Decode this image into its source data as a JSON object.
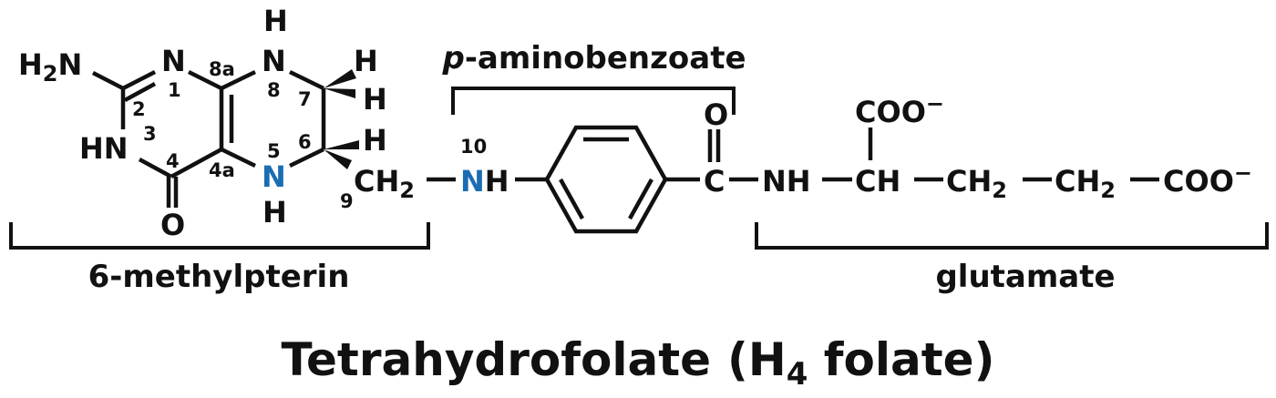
{
  "title": {
    "main": "Tetrahydrofolate",
    "paren_open": "(H",
    "sub": "4",
    "paren_rest": " folate)"
  },
  "labels": {
    "pterin": "6-methylpterin",
    "paba_italic": "p",
    "paba_rest": "-aminobenzoate",
    "glutamate": "glutamate"
  },
  "atoms": {
    "h2n_h": "H",
    "h2n_2": "2",
    "h2n_n": "N",
    "n1": "N",
    "n8": "N",
    "h8": "H",
    "h7a": "H",
    "h7b": "H",
    "hn3": "HN",
    "n5": "N",
    "h5": "H",
    "h6": "H",
    "o4": "O",
    "ch2_9": "CH",
    "ch2_9_sub": "2",
    "n10": "N",
    "h10": "H",
    "c_carbonyl": "C",
    "o_carbonyl": "O",
    "nh_amide": "NH",
    "ch_alpha": "CH",
    "coo_alpha": "COO",
    "coo_alpha_charge": "−",
    "ch2_b": "CH",
    "ch2_b_sub": "2",
    "ch2_g": "CH",
    "ch2_g_sub": "2",
    "coo_end": "COO",
    "coo_end_charge": "−"
  },
  "numbers": {
    "n1": "1",
    "n2": "2",
    "n3": "3",
    "n4": "4",
    "n4a": "4a",
    "n5": "5",
    "n6": "6",
    "n7": "7",
    "n8": "8",
    "n8a": "8a",
    "n9": "9",
    "n10": "10"
  },
  "colors": {
    "highlight_n": "#1b6db3"
  }
}
